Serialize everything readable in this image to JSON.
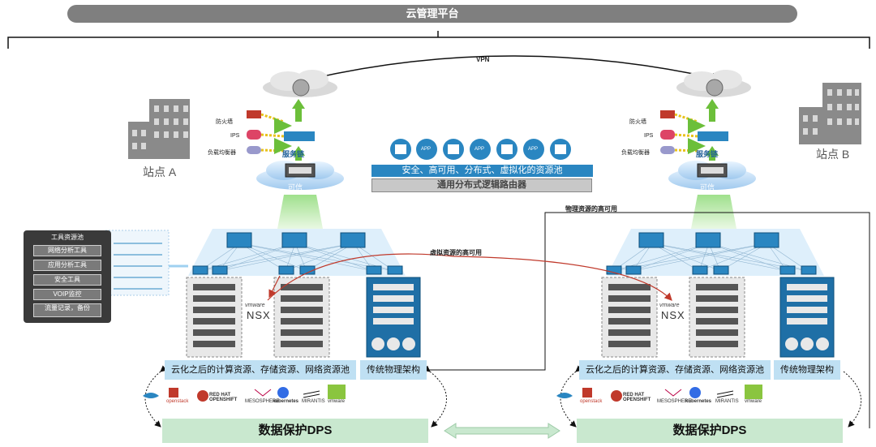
{
  "top_bar": "云管理平台",
  "vpn_label": "VPN",
  "site_a": "站点 A",
  "site_b": "站点 B",
  "security_labels": [
    "防火墙",
    "IPS",
    "负载均衡器"
  ],
  "service_chain_label": "服务链",
  "trusted_label": "可信",
  "app_icon_label": "APP",
  "pool_banner": "安全、高可用、分布式、虚拟化的资源池",
  "router_bar": "通用分布式逻辑路由器",
  "physical_ha": "物理资源的高可用",
  "virtual_ha": "虚拟资源的高可用",
  "vmware_brand": "vmware",
  "nsx_brand": "NSX",
  "tool_pool": {
    "title": "工具资源池",
    "items": [
      "网络分析工具",
      "应用分析工具",
      "安全工具",
      "VOIP监控",
      "流量记录，备份"
    ]
  },
  "cloud_pool_label": "云化之后的计算资源、存储资源、网络资源池",
  "traditional_label": "传统物理架构",
  "dps_label": "数据保护DPS",
  "logos": [
    "openstack",
    "RED HAT OPENSHIFT",
    "MESOSPHERE",
    "kubernetes",
    "MIRANTIS",
    "vmware"
  ],
  "colors": {
    "accent_blue": "#2a86c1",
    "green_band": "#c9e8cf",
    "light_blue": "#bfe0f3",
    "red_arrow": "#c0392b",
    "gray_bar": "#7f7f7f"
  }
}
